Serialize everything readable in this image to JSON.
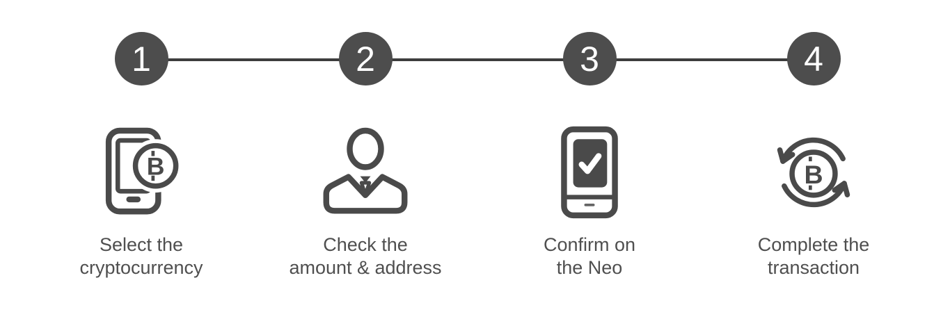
{
  "page": {
    "background_color": "#ffffff"
  },
  "stepper": {
    "circle_color": "#4d4d4d",
    "connector_color": "#3d3d3d",
    "icon_color": "#4a4a4a",
    "label_color": "#4f4f4f",
    "number_text_color": "#ffffff",
    "steps": [
      {
        "number": "1",
        "icon": "phone-bitcoin-icon",
        "label_line1": "Select the",
        "label_line2": "cryptocurrency",
        "bitcoin_glyph": "B"
      },
      {
        "number": "2",
        "icon": "businessman-icon",
        "label_line1": "Check the",
        "label_line2": "amount & address"
      },
      {
        "number": "3",
        "icon": "device-checkmark-icon",
        "label_line1": "Confirm on",
        "label_line2": "the Neo"
      },
      {
        "number": "4",
        "icon": "bitcoin-sync-icon",
        "label_line1": "Complete the",
        "label_line2": "transaction",
        "bitcoin_glyph": "B"
      }
    ]
  }
}
